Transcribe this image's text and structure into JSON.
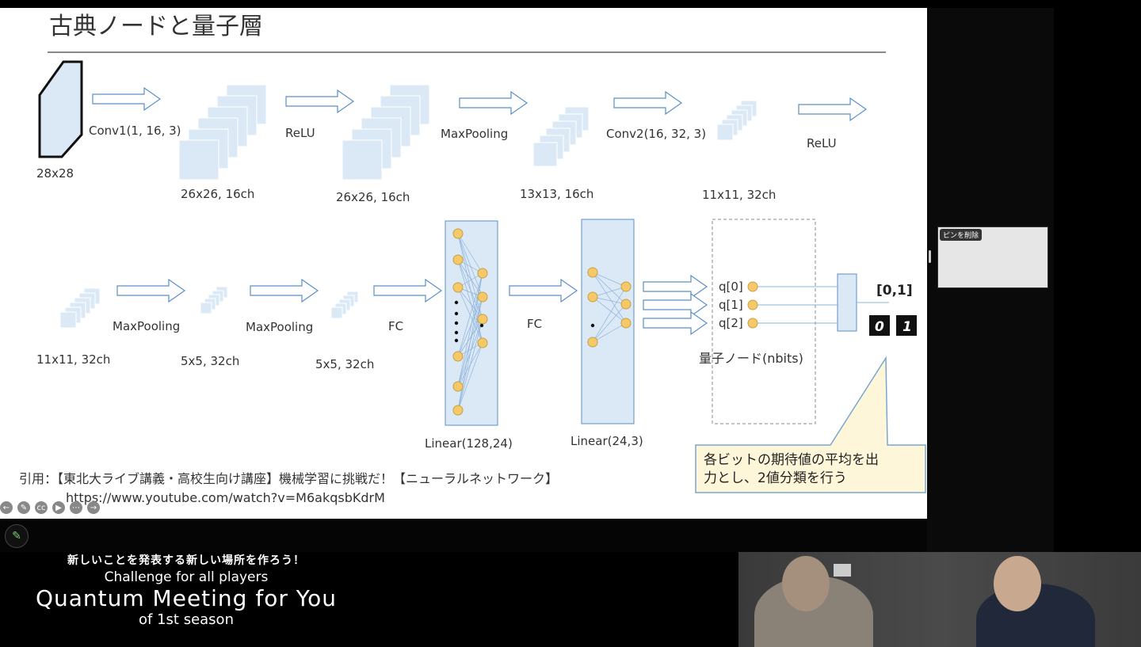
{
  "slide": {
    "title": "古典ノードと量子層",
    "row1": {
      "ops": [
        "Conv1(1, 16, 3)",
        "ReLU",
        "MaxPooling",
        "Conv2(16, 32, 3)",
        "ReLU"
      ],
      "sizes": [
        "28x28",
        "26x26, 16ch",
        "26x26, 16ch",
        "13x13, 16ch",
        "11x11, 32ch"
      ]
    },
    "row2": {
      "ops": [
        "MaxPooling",
        "MaxPooling",
        "FC",
        "FC"
      ],
      "sizes": [
        "11x11, 32ch",
        "5x5, 32ch",
        "5x5, 32ch"
      ],
      "linear1": "Linear(128,24)",
      "linear2": "Linear(24,3)",
      "qubits": [
        "q[0]",
        "q[1]",
        "q[2]"
      ],
      "quantum_node": "量子ノード(nbits)",
      "output_range": "[0,1]",
      "output_digits": [
        "0",
        "1"
      ]
    },
    "callout": "各ビットの期待値の平均を出力とし、2値分類を行う",
    "callout_lines": [
      "各ビットの期待値の平均を出",
      "力とし、2値分類を行う"
    ],
    "citation": "引用：【東北大ライブ講義・高校生向け講座】機械学習に挑戦だ！【ニューラルネットワーク】",
    "url": "https://www.youtube.com/watch?v=M6akqsbKdrM"
  },
  "pinned": {
    "label": "ピンを削除"
  },
  "branding": {
    "line1": "新しいことを発表する新しい場所を作ろう！",
    "line2": "Challenge for all players",
    "line3": "Quantum Meeting for You",
    "line4": "of 1st season"
  },
  "colors": {
    "box": "#dbe8f5",
    "stroke": "#5b8fc7",
    "node": "#f5c96a"
  }
}
